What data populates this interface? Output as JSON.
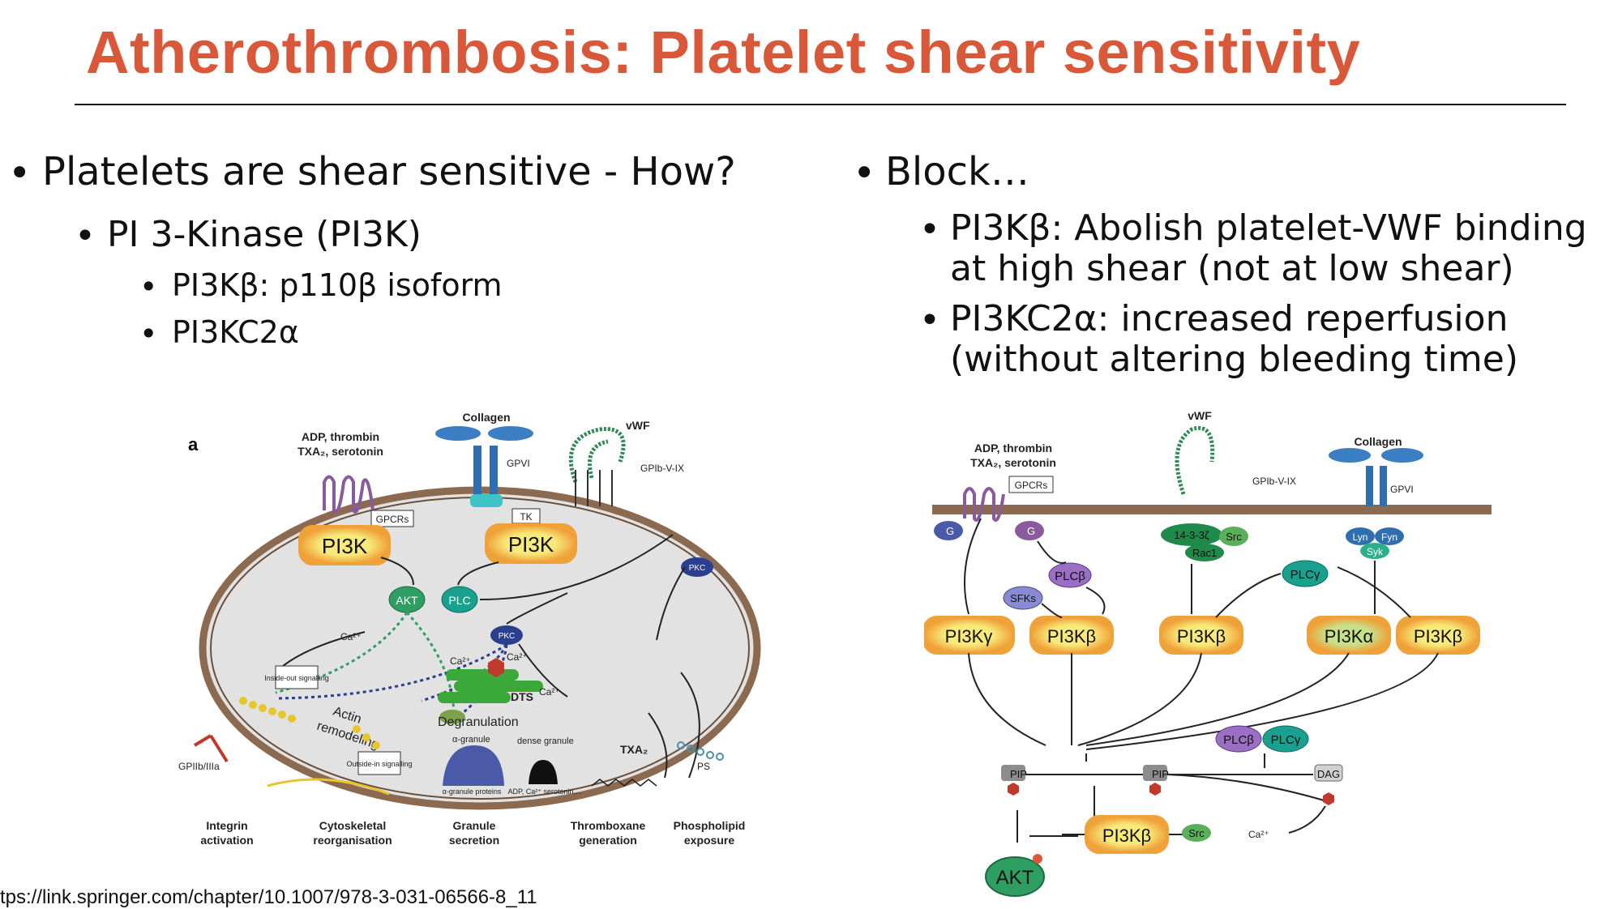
{
  "slide": {
    "title": "Atherothrombosis: Platelet shear sensitivity",
    "source": "tps://link.springer.com/chapter/10.1007/978-3-031-06566-8_11"
  },
  "left": {
    "heading": "Platelets are shear sensitive - How?",
    "sub": "PI 3-Kinase (PI3K)",
    "items": [
      "PI3Kβ: p110β isoform",
      "PI3KC2α"
    ]
  },
  "right": {
    "heading": "Block…",
    "items": [
      {
        "line1": "PI3Kβ: Abolish platelet-VWF binding",
        "line2": "at high shear (not at low shear)"
      },
      {
        "line1": "PI3KC2α: increased reperfusion",
        "line2": "(without altering bleeding time)"
      }
    ]
  },
  "diagram_a": {
    "panel": "a",
    "agonists_1": "ADP, thrombin",
    "agonists_2": "TXA₂, serotonin",
    "collagen": "Collagen",
    "vwf": "vWF",
    "gpvi": "GPVI",
    "gpib": "GPIb-V-IX",
    "gpcrs": "GPCRs",
    "tk": "TK",
    "pi3k": "PI3K",
    "akt": "AKT",
    "plc": "PLC",
    "pkc": "PKC",
    "ca": "Ca²⁺",
    "dts": "DTS",
    "inside_out": "Inside-out signalling",
    "outside_in": "Outside-in signalling",
    "actin": "Actin",
    "remodeling": "remodeling",
    "degranulation": "Degranulation",
    "alpha_granule": "α-granule",
    "dense_granule": "dense granule",
    "alpha_proteins": "α-granule proteins",
    "dense_content": "ADP, Ca²⁺ serotonin,...",
    "txa2": "TXA₂",
    "ps": "PS",
    "gp2b3a": "GPIIb/IIIa",
    "captions": [
      {
        "l1": "Integrin",
        "l2": "activation"
      },
      {
        "l1": "Cytoskeletal",
        "l2": "reorganisation"
      },
      {
        "l1": "Granule",
        "l2": "secretion"
      },
      {
        "l1": "Thromboxane",
        "l2": "generation"
      },
      {
        "l1": "Phospholipid",
        "l2": "exposure"
      }
    ]
  },
  "diagram_b": {
    "agonists_1": "ADP, thrombin",
    "agonists_2": "TXA₂, serotonin",
    "gpcrs": "GPCRs",
    "vwf": "vWF",
    "gpib": "GPIb-V-IX",
    "collagen": "Collagen",
    "gpvi": "GPVI",
    "gi": "G",
    "gq": "G",
    "plcb": "PLCβ",
    "plcg": "PLCγ",
    "sfks": "SFKs",
    "p1433": "14-3-3ζ",
    "src": "Src",
    "rac1": "Rac1",
    "lyn": "Lyn",
    "fyn": "Fyn",
    "syk": "Syk",
    "pi3kg": "PI3Kγ",
    "pi3kb": "PI3Kβ",
    "pi3ka": "PI3Kα",
    "pip3": "PIP",
    "pip2": "PIP",
    "dag": "DAG",
    "akt": "AKT",
    "ca": "Ca²⁺"
  },
  "colors": {
    "title": "#d9583a",
    "pi3k_fill": "#f7ea7a",
    "pi3k_glow": "#f0a23a",
    "akt": "#2e9e62",
    "plc": "#1aa08f",
    "pkc": "#2b3f8f",
    "membrane": "#8b6a4f",
    "cell_fill": "#e2e2e2"
  }
}
